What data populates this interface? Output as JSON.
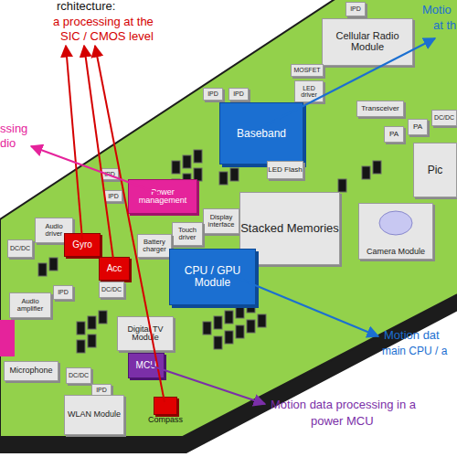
{
  "diagram": {
    "nodes": [
      {
        "text": [
          "IPD"
        ]
      },
      {
        "text": [
          "Cellular Radio Module"
        ]
      },
      {
        "text": [
          "MOSFET"
        ]
      },
      {
        "text": [
          "LED driver"
        ]
      },
      {
        "text": [
          "IPD"
        ]
      },
      {
        "text": [
          "IPD"
        ]
      },
      {
        "text": [
          "Baseband"
        ]
      },
      {
        "text": [
          "Transceiver"
        ]
      },
      {
        "text": [
          "PA"
        ]
      },
      {
        "text": [
          "PA"
        ]
      },
      {
        "text": [
          "DC/DC"
        ]
      },
      {
        "text": [
          "Pic"
        ]
      },
      {
        "text": [
          "LED Flash"
        ]
      },
      {
        "text": [
          "IPD"
        ]
      },
      {
        "text": [
          "IPD"
        ]
      },
      {
        "text": [
          "Power management"
        ]
      },
      {
        "text": [
          "Camera Module"
        ]
      },
      {
        "text": [
          "Display interface"
        ]
      },
      {
        "text": [
          "Touch driver"
        ]
      },
      {
        "text": [
          "Battery charger"
        ]
      },
      {
        "text": [
          "Audio driver"
        ]
      },
      {
        "text": [
          "DC/DC"
        ]
      },
      {
        "text": [
          "Gyro"
        ]
      },
      {
        "text": [
          "Stacked Memories"
        ]
      },
      {
        "text": [
          "Acc"
        ]
      },
      {
        "text": [
          "CPU / GPU Module"
        ]
      },
      {
        "text": [
          "DC/DC"
        ]
      },
      {
        "text": [
          "IPD"
        ]
      },
      {
        "text": [
          "Audio amplifier"
        ]
      },
      {
        "text": [
          "Digital TV Module"
        ]
      },
      {
        "text": [
          "Microphone"
        ]
      },
      {
        "text": [
          "MCU"
        ]
      },
      {
        "text": [
          "DC/DC"
        ]
      },
      {
        "text": [
          "IPD"
        ]
      },
      {
        "text": [
          "WLAN Module"
        ]
      },
      {
        "text": [
          "Compass"
        ]
      }
    ],
    "labels": [
      "rchitecture:",
      "a processing at the",
      "SIC / CMOS level",
      "ssing",
      "dio",
      "Motio",
      "at th",
      "Motion dat",
      "main CPU / a",
      "Motion data processing in a",
      "power MCU"
    ]
  }
}
